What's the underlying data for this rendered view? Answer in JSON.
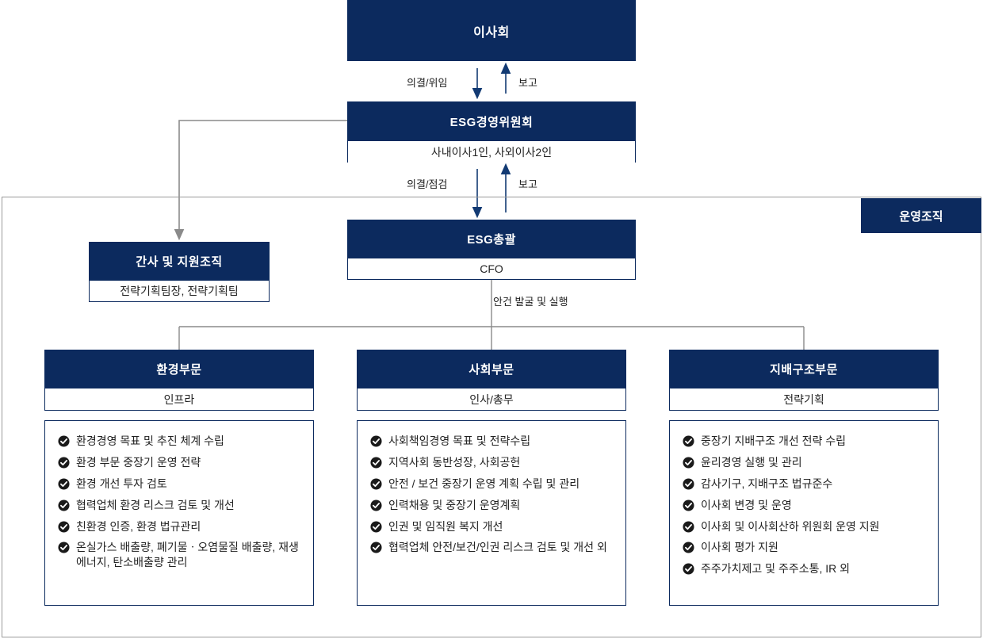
{
  "diagram": {
    "frame_label": "운영조직",
    "board": {
      "title": "이사회"
    },
    "esg_committee": {
      "title": "ESG경영위원회",
      "subtitle": "사내이사1인, 사외이사2인"
    },
    "esg_chief": {
      "title": "ESG총괄",
      "subtitle": "CFO"
    },
    "support": {
      "title": "간사 및 지원조직",
      "subtitle": "전략기획팀장, 전략기획팀"
    },
    "edge_labels": {
      "board_down": "의결/위임",
      "board_up": "보고",
      "committee_down": "의결/점검",
      "committee_up": "보고",
      "chief_down": "안건 발굴 및 실행"
    },
    "pillars": [
      {
        "title": "환경부문",
        "subtitle": "인프라",
        "items": [
          "환경경영 목표 및 추진 체계 수립",
          "환경 부문 중장기 운영 전략",
          "환경 개선 투자 검토",
          "협력업체 환경 리스크 검토 및 개선",
          "친환경 인증, 환경 법규관리",
          "온실가스 배출량, 폐기물ㆍ오염물질 배출량, 재생에너지, 탄소배출량 관리"
        ]
      },
      {
        "title": "사회부문",
        "subtitle": "인사/총무",
        "items": [
          "사회책임경영 목표 및 전략수립",
          "지역사회 동반성장, 사회공헌",
          "안전 / 보건 중장기 운영 계획 수립 및 관리",
          "인력채용 및 중장기 운영계획",
          "인권 및 임직원 복지 개선",
          "협력업체 안전/보건/인권 리스크 검토 및 개선 외"
        ]
      },
      {
        "title": "지배구조부문",
        "subtitle": "전략기획",
        "items": [
          "중장기 지배구조 개선 전략 수립",
          "윤리경영 실행 및 관리",
          "감사기구, 지배구조 법규준수",
          "이사회 변경 및 운영",
          "이사회 및 이사회산하 위원회  운영 지원",
          "이사회 평가 지원",
          "주주가치제고 및 주주소통, IR 외"
        ]
      }
    ],
    "colors": {
      "navy": "#0c2a5e",
      "frame": "#9a9a9a",
      "text": "#222222"
    }
  }
}
